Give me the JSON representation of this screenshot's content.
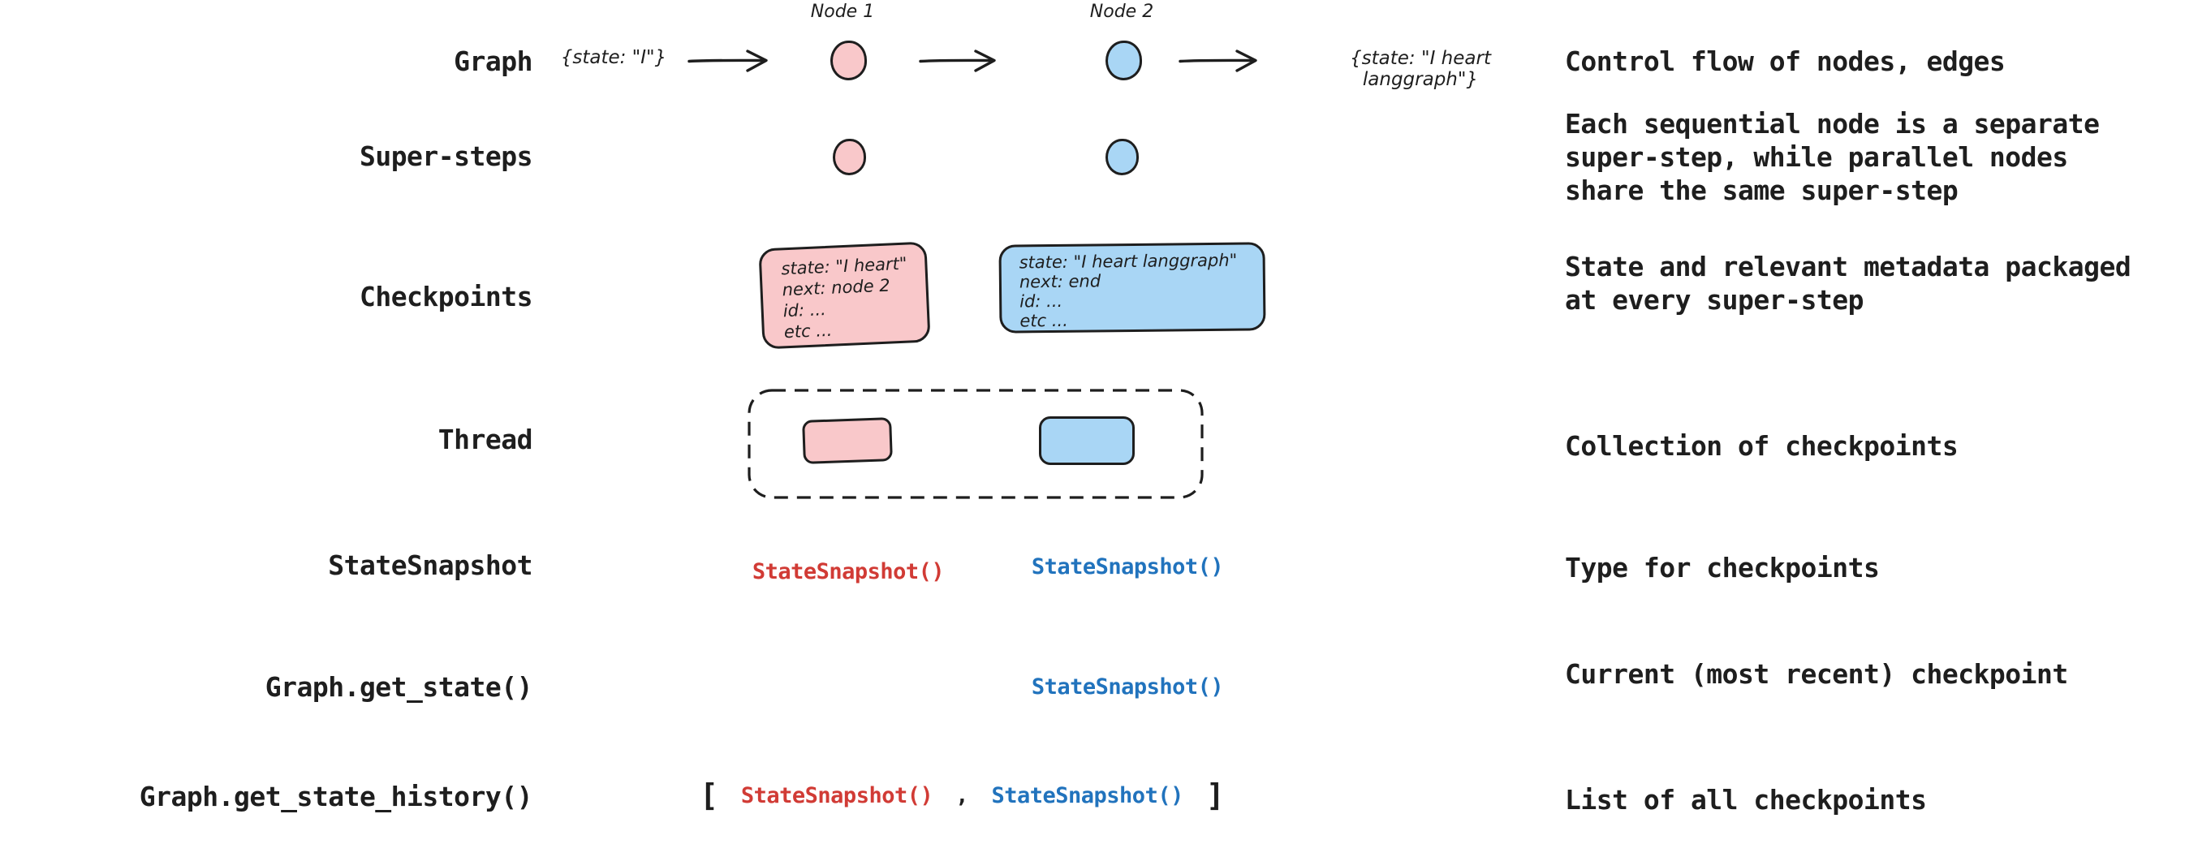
{
  "left_labels": [
    "Graph",
    "Super-steps",
    "Checkpoints",
    "Thread",
    "StateSnapshot",
    "Graph.get_state()",
    "Graph.get_state_history()"
  ],
  "descriptions": [
    "Control flow of nodes, edges",
    "Each sequential node is a separate\nsuper-step, while parallel nodes\nshare the same super-step",
    "State and relevant metadata packaged\nat every super-step",
    "Collection of checkpoints",
    "Type for checkpoints",
    "Current (most recent) checkpoint",
    "List of all checkpoints"
  ],
  "graph_flow": {
    "input_state": "{state: \"I\"}",
    "output_state": "{state: \"I heart langgraph\"}",
    "node1_label": "Node 1",
    "node2_label": "Node 2"
  },
  "checkpoint_cards": {
    "node1_card": "state: \"I heart\"\nnext: node 2\nid: ...\netc ...",
    "node2_card": "state: \"I heart langgraph\"\nnext: end\nid: ...\netc ..."
  },
  "snapshot_code": {
    "label": "StateSnapshot()",
    "list_open": "[",
    "list_separator": ",",
    "list_close": "]"
  },
  "colors": {
    "ink": "#1e1e1e",
    "node_pink": "#f9c8ca",
    "node_blue": "#a9d6f5",
    "code_red": "#d13b35",
    "code_blue": "#2173bd"
  }
}
